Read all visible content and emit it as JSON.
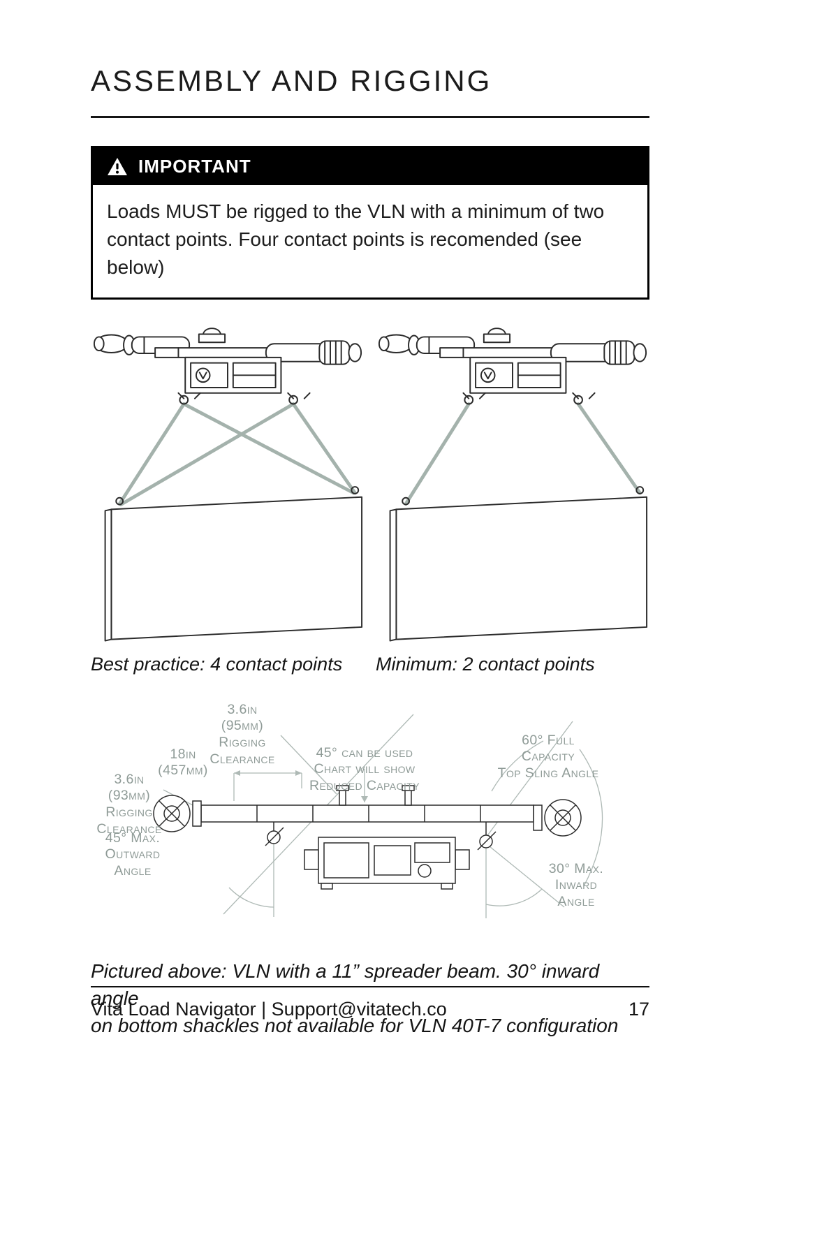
{
  "page": {
    "title": "ASSEMBLY AND RIGGING"
  },
  "important": {
    "label": "IMPORTANT",
    "body": "Loads MUST be rigged to the VLN with a minimum of two\ncontact points. Four contact points is recomended (see below)"
  },
  "figures": {
    "left_caption": "Best practice: 4 contact points",
    "right_caption": "Minimum: 2 contact points"
  },
  "diagram": {
    "labels": {
      "top_clearance": "3.6in\n(95mm)\nRigging\nClearance",
      "span_18in": "18in\n(457mm)",
      "left_clearance": "3.6in\n(93mm)\nRigging\nClearance",
      "outward_angle": "45° Max.\nOutward\nAngle",
      "mid_angle": "45° can be used\nChart will show\nReduced Capacity",
      "top_sling_angle": "60° Full Capacity\nTop Sling Angle",
      "inward_angle": "30° Max.\nInward Angle"
    }
  },
  "caption": "Pictured above: VLN with a 11” spreader beam. 30° inward angle\non bottom shackles not available for VLN 40T-7 configuration",
  "footer": {
    "left": "Vita Load Navigator | Support@vitatech.co",
    "page_number": "17"
  }
}
